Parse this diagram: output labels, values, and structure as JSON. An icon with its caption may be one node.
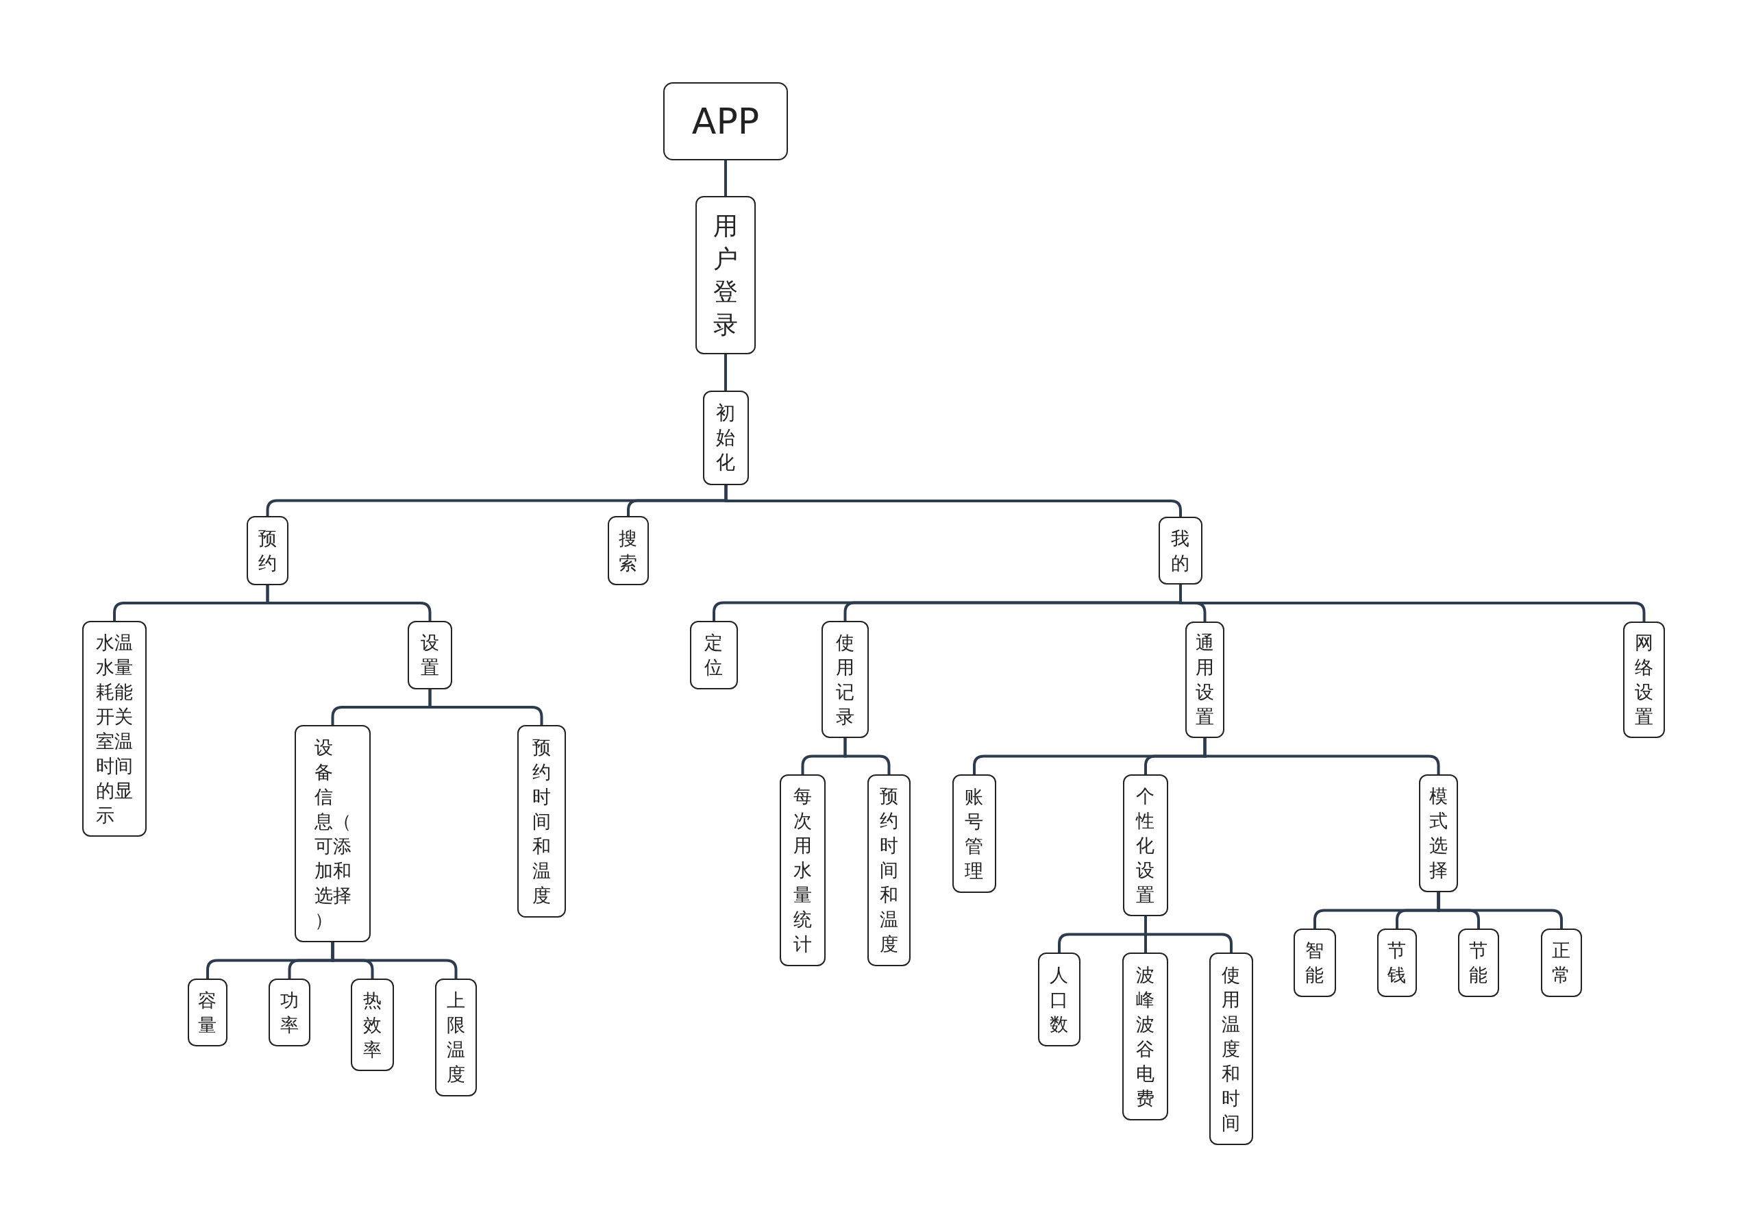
{
  "diagram": {
    "nodes": [
      {
        "text": [
          "APP"
        ]
      },
      {
        "text": [
          "用户登录"
        ]
      },
      {
        "text": [
          "初始化"
        ]
      },
      {
        "text": [
          "预约"
        ]
      },
      {
        "text": [
          "水温水量耗能开关室温时间的显示"
        ]
      },
      {
        "text": [
          "设置"
        ]
      },
      {
        "text": [
          "设备信息（可添加和选择）"
        ]
      },
      {
        "text": [
          "容量"
        ]
      },
      {
        "text": [
          "功率"
        ]
      },
      {
        "text": [
          "热效率"
        ]
      },
      {
        "text": [
          "上限温度"
        ]
      },
      {
        "text": [
          "预约时间和温度"
        ]
      },
      {
        "text": [
          "搜索"
        ]
      },
      {
        "text": [
          "我的"
        ]
      },
      {
        "text": [
          "定位"
        ]
      },
      {
        "text": [
          "使用记录"
        ]
      },
      {
        "text": [
          "每次用水量统计"
        ]
      },
      {
        "text": [
          "预约时间和温度"
        ]
      },
      {
        "text": [
          "通用设置"
        ]
      },
      {
        "text": [
          "账号管理"
        ]
      },
      {
        "text": [
          "个性化设置"
        ]
      },
      {
        "text": [
          "人口数"
        ]
      },
      {
        "text": [
          "波峰波谷电费"
        ]
      },
      {
        "text": [
          "使用温度和时间"
        ]
      },
      {
        "text": [
          "模式选择"
        ]
      },
      {
        "text": [
          "智能"
        ]
      },
      {
        "text": [
          "节钱"
        ]
      },
      {
        "text": [
          "节能"
        ]
      },
      {
        "text": [
          "正常"
        ]
      },
      {
        "text": [
          "网络设置"
        ]
      }
    ],
    "edges": [
      {
        "from": 0,
        "to": 1,
        "arrow": "none"
      },
      {
        "from": 1,
        "to": 2,
        "arrow": "none"
      },
      {
        "from": 2,
        "to": 3,
        "arrow": "none"
      },
      {
        "from": 2,
        "to": 12,
        "arrow": "none"
      },
      {
        "from": 2,
        "to": 13,
        "arrow": "none"
      },
      {
        "from": 3,
        "to": 4,
        "arrow": "none"
      },
      {
        "from": 3,
        "to": 5,
        "arrow": "none"
      },
      {
        "from": 5,
        "to": 6,
        "arrow": "none"
      },
      {
        "from": 5,
        "to": 11,
        "arrow": "none"
      },
      {
        "from": 6,
        "to": 7,
        "arrow": "none"
      },
      {
        "from": 6,
        "to": 8,
        "arrow": "none"
      },
      {
        "from": 6,
        "to": 9,
        "arrow": "none"
      },
      {
        "from": 6,
        "to": 10,
        "arrow": "none"
      },
      {
        "from": 13,
        "to": 14,
        "arrow": "none"
      },
      {
        "from": 13,
        "to": 15,
        "arrow": "none"
      },
      {
        "from": 13,
        "to": 18,
        "arrow": "none"
      },
      {
        "from": 13,
        "to": 29,
        "arrow": "none"
      },
      {
        "from": 15,
        "to": 16,
        "arrow": "none"
      },
      {
        "from": 15,
        "to": 17,
        "arrow": "none"
      },
      {
        "from": 18,
        "to": 19,
        "arrow": "none"
      },
      {
        "from": 18,
        "to": 20,
        "arrow": "none"
      },
      {
        "from": 18,
        "to": 24,
        "arrow": "none"
      },
      {
        "from": 20,
        "to": 21,
        "arrow": "none"
      },
      {
        "from": 20,
        "to": 22,
        "arrow": "none"
      },
      {
        "from": 20,
        "to": 23,
        "arrow": "none"
      },
      {
        "from": 24,
        "to": 25,
        "arrow": "none"
      },
      {
        "from": 24,
        "to": 26,
        "arrow": "none"
      },
      {
        "from": 24,
        "to": 27,
        "arrow": "none"
      },
      {
        "from": 24,
        "to": 28,
        "arrow": "none"
      }
    ]
  }
}
